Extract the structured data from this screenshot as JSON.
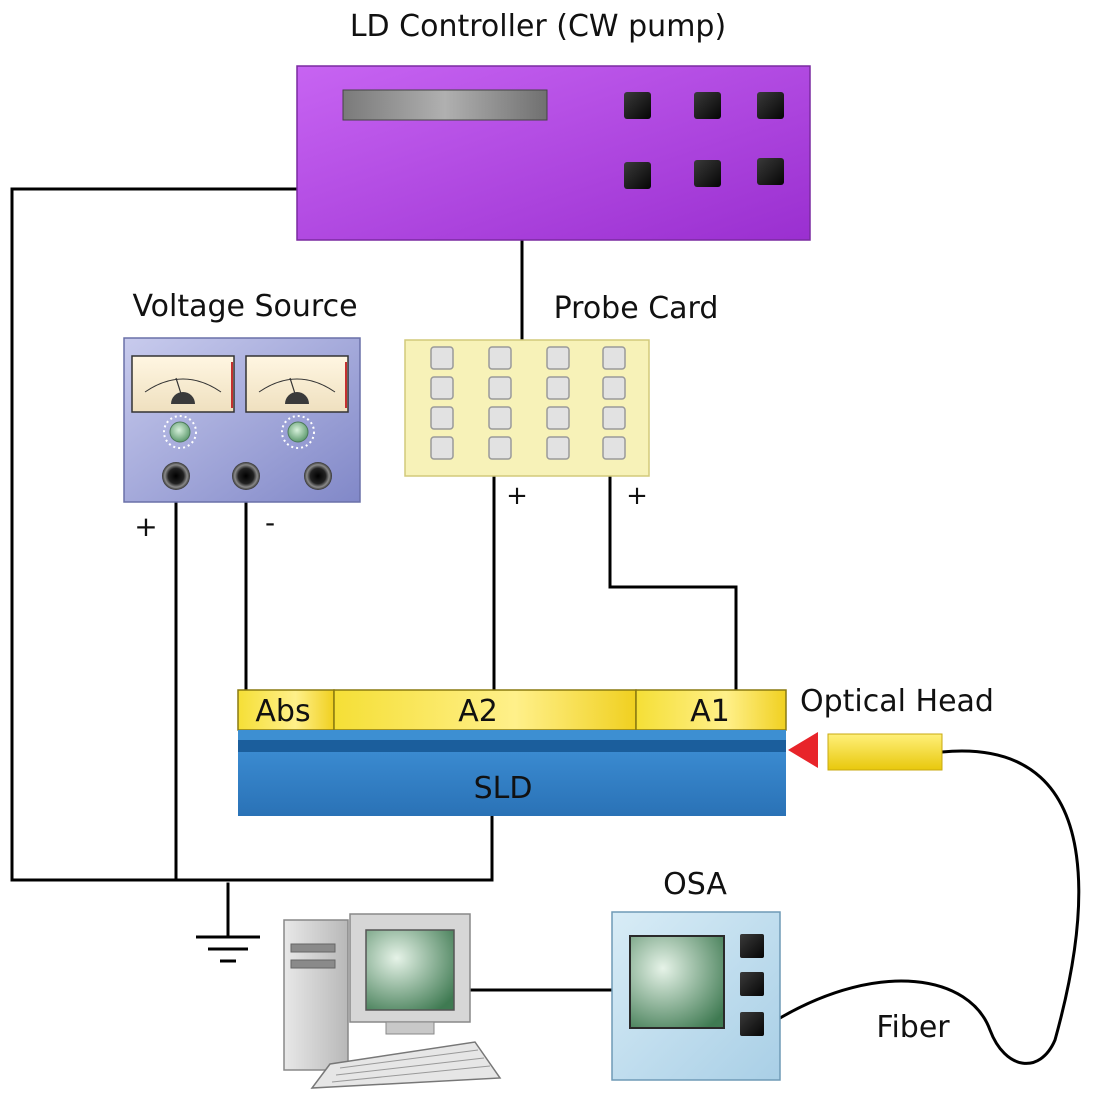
{
  "labels": {
    "ld_controller": "LD Controller (CW pump)",
    "voltage_source": "Voltage Source",
    "probe_card": "Probe Card",
    "optical_head": "Optical Head",
    "osa": "OSA",
    "fiber": "Fiber"
  },
  "polarity": {
    "vs_plus": "+",
    "vs_minus": "-",
    "probe_plus_a2": "+",
    "probe_plus_a1": "+"
  },
  "sld": {
    "sections": {
      "abs": "Abs",
      "a2": "A2",
      "a1": "A1"
    },
    "body_label": "SLD"
  },
  "colors": {
    "ld_controller": "#b040e0",
    "probe_card": "#f7f2b8",
    "voltage_source": "#9aa0d8",
    "electrode": "#f2d21a",
    "sld": "#2f7fc4",
    "osa": "#b8d8ec",
    "optical_head_marker": "#e8242a"
  },
  "icons": [
    "meter-icon",
    "knob-icon",
    "ground-icon",
    "computer-icon",
    "screen-icon"
  ]
}
